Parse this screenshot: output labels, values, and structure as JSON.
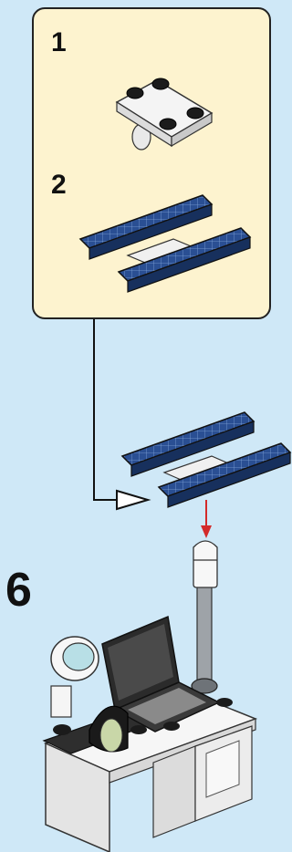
{
  "callout": {
    "substeps": [
      {
        "number": "1"
      },
      {
        "number": "2"
      }
    ]
  },
  "main_step": {
    "number": "6"
  },
  "colors": {
    "background": "#cfe8f7",
    "callout_fill": "#fdf3cf",
    "solar_panel_blue": "#1f3f7a",
    "arrow_red": "#d32a2a"
  }
}
